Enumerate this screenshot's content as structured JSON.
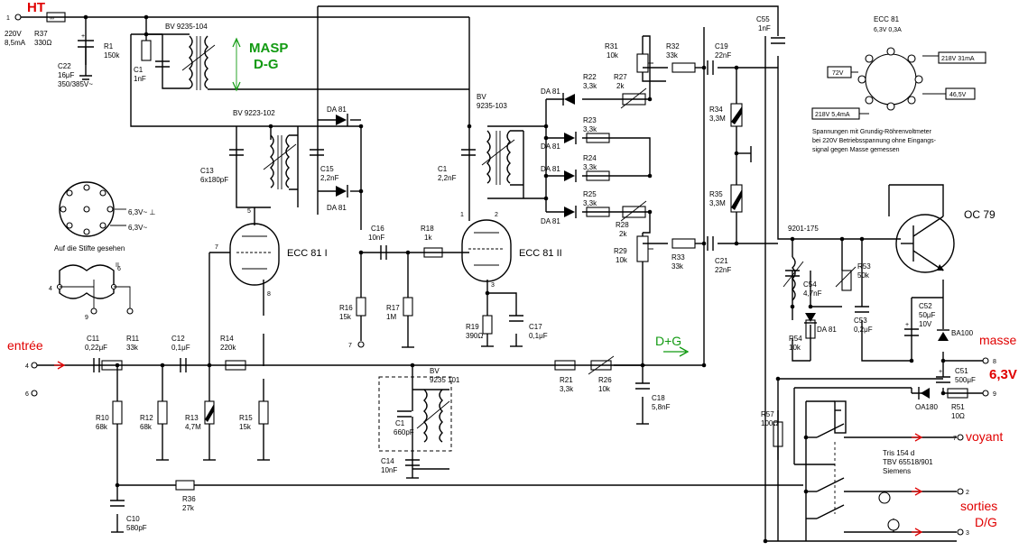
{
  "annotations": {
    "ht": "HT",
    "masp": "MASP",
    "dg": "D-G",
    "dplusg": "D+G",
    "entree": "entrée",
    "masse": "masse",
    "v63": "6,3V",
    "voyant": "voyant",
    "sorties": "sorties",
    "dg2": "D/G"
  },
  "colors": {
    "red": "#e00000",
    "green": "#119a11",
    "ink": "#000000"
  },
  "supply": {
    "v220": "220V",
    "ma85": "8,5mA",
    "r37": "R37",
    "r37v": "330Ω",
    "c22": "C22",
    "c22v1": "16μF",
    "c22v2": "350/385V~"
  },
  "transformers": {
    "t104": "BV 9235-104",
    "t102": "BV 9223-102",
    "t103a": "BV",
    "t103b": "9235-103",
    "t101a": "BV",
    "t101b": "9235 101",
    "t175": "9201-175"
  },
  "tubes": {
    "ecc1": "ECC 81 I",
    "ecc2": "ECC 81 II",
    "ecc_pin": "ECC 81",
    "ecc_pin_sub": "6,3V 0,3A",
    "oc79": "OC 79"
  },
  "components": {
    "r1": "R1",
    "r1v": "150k",
    "c1a": "C1",
    "c1av": "1nF",
    "c13": "C13",
    "c13v": "6x180pF",
    "c15": "C15",
    "c15v": "2,2nF",
    "da1": "DA 81",
    "da2": "DA 81",
    "c16": "C16",
    "c16v": "10nF",
    "r18": "R18",
    "r18v": "1k",
    "c1b": "C1",
    "c1bv": "2,2nF",
    "r16": "R16",
    "r16v": "15k",
    "r17": "R17",
    "r17v": "1M",
    "r19": "R19",
    "r19v": "390Ω",
    "c17": "C17",
    "c17v": "0,1μF",
    "r31": "R31",
    "r31v": "10k",
    "r32": "R32",
    "r32v": "33k",
    "c19": "C19",
    "c19v": "22nF",
    "r22": "R22",
    "r22v": "3,3k",
    "r27": "R27",
    "r27v": "2k",
    "r23": "R23",
    "r23v": "3,3k",
    "r24": "R24",
    "r24v": "3,3k",
    "r25": "R25",
    "r25v": "3,3k",
    "da3": "DA 81",
    "da4": "DA 81",
    "da5": "DA 81",
    "da6": "DA 81",
    "r28": "R28",
    "r28v": "2k",
    "r29": "R29",
    "r29v": "10k",
    "r33": "R33",
    "r33v": "33k",
    "c21": "C21",
    "c21v": "22nF",
    "r34": "R34",
    "r34v": "3,3M",
    "r35": "R35",
    "r35v": "3,3M",
    "c55": "C55",
    "c55v": "1nF",
    "c11": "C11",
    "c11v": "0,22μF",
    "r11": "R11",
    "r11v": "33k",
    "c12": "C12",
    "c12v": "0,1μF",
    "r14": "R14",
    "r14v": "220k",
    "r10": "R10",
    "r10v": "68k",
    "r12": "R12",
    "r12v": "68k",
    "r13": "R13",
    "r13v": "4,7M",
    "r15": "R15",
    "r15v": "15k",
    "r21": "R21",
    "r21v": "3,3k",
    "r26": "R26",
    "r26v": "10k",
    "c18": "C18",
    "c18v": "5,8nF",
    "c1c": "C1",
    "c1cv": "660pF",
    "c14": "C14",
    "c14v": "10nF",
    "r36": "R36",
    "r36v": "27k",
    "c10": "C10",
    "c10v": "580pF",
    "c54": "C54",
    "c54v": "4,7nF",
    "r53": "R53",
    "r53v": "50k",
    "c53": "C53",
    "c53v": "0,2μF",
    "r54": "R54",
    "r54v": "10k",
    "da7": "DA 81",
    "c52": "C52",
    "c52v1": "50μF",
    "c52v2": "10V",
    "ba100": "BA100",
    "c51": "C51",
    "c51v": "500μF",
    "oa180": "OA180",
    "r51": "R51",
    "r51v": "10Ω",
    "r57": "R57",
    "r57v": "100Ω"
  },
  "relay": {
    "l1": "Tris 154 d",
    "l2": "TBV 65518/901",
    "l3": "Siemens"
  },
  "pinout": {
    "note1": "Spannungen mit Grundig-Röhrenvoltmeter",
    "note2": "bei 220V Betriebsspannung ohne Eingangs-",
    "note3": "signal gegen Masse gemessen",
    "v218a": "218V 31mA",
    "v72": "72V",
    "v465": "46,5V",
    "v218b": "218V 5,4mA"
  },
  "socket": {
    "h1": "6,3V~ ⊥",
    "h2": "6,3V~",
    "caption": "Auf die Stifte gesehen"
  },
  "terminals": {
    "t1": "1",
    "t4": "4",
    "t6": "6",
    "t7a": "7",
    "t7b": "7",
    "t8": "8",
    "t9": "9",
    "t2": "2",
    "t3": "3"
  },
  "pins": {
    "p5": "5",
    "p7": "7",
    "p8": "8",
    "p3": "3",
    "p1": "1",
    "p2": "2",
    "p4": "4",
    "p6": "6",
    "p9": "9",
    "pII": "II"
  }
}
